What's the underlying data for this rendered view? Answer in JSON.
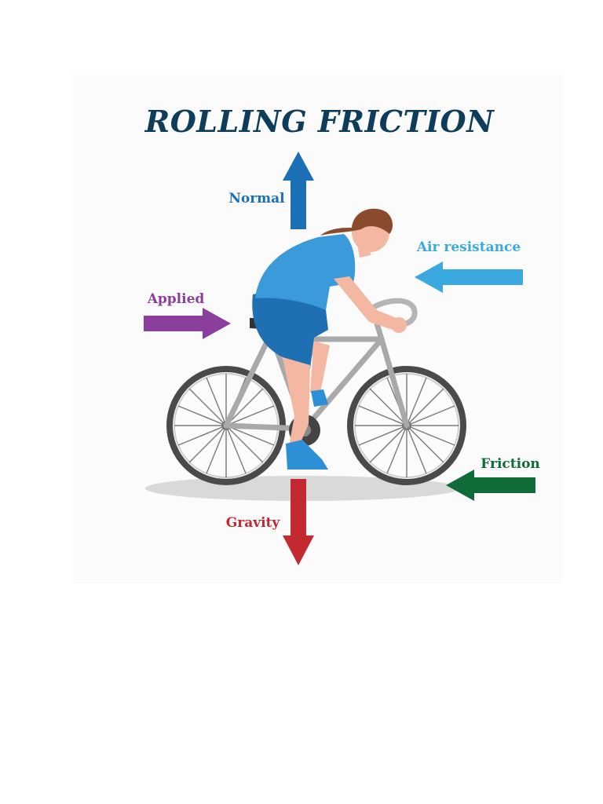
{
  "title": "ROLLING FRICTION",
  "forces": {
    "normal": {
      "label": "Normal",
      "color": "#1a6fb5"
    },
    "air_resistance": {
      "label": "Air resistance",
      "color": "#3aa9e0"
    },
    "applied": {
      "label": "Applied",
      "color": "#8b3f9c"
    },
    "friction": {
      "label": "Friction",
      "color": "#0f6b37"
    },
    "gravity": {
      "label": "Gravity",
      "color": "#c22a30"
    }
  },
  "colors": {
    "title": "#0d3d5a",
    "panel": "#fcfcfc",
    "shirt": "#3b9ad9",
    "shorts": "#1f6fb3",
    "skin": "#f4b8a2",
    "hair": "#8a4a2c",
    "bike_frame": "#a9a9a9",
    "tire": "#4a4a4a",
    "shadow": "#d9d9d9",
    "shoe": "#2d90d6"
  }
}
